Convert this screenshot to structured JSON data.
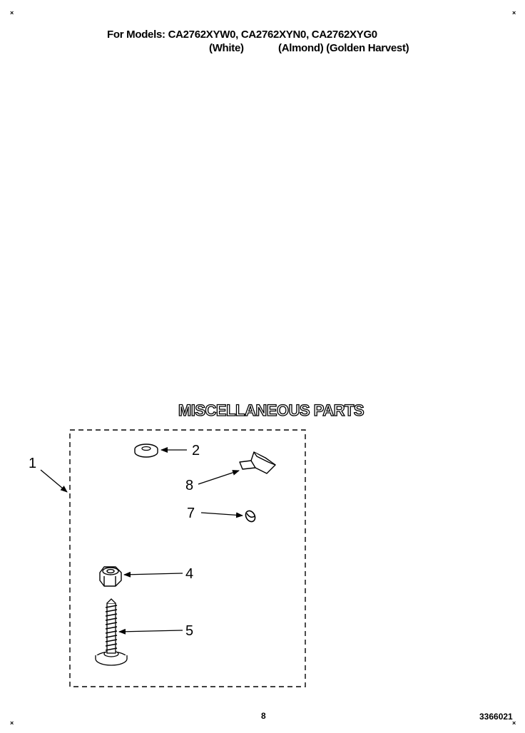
{
  "header": {
    "line1": "For Models: CA2762XYW0, CA2762XYN0, CA2762XYG0",
    "color_white": "(White)",
    "color_others": "(Almond) (Golden Harvest)"
  },
  "section_title": "MISCELLANEOUS PARTS",
  "callouts": {
    "c1": "1",
    "c2": "2",
    "c4": "4",
    "c5": "5",
    "c7": "7",
    "c8": "8"
  },
  "footer": {
    "page_number": "8",
    "doc_number": "3366021"
  },
  "corner_mark": "×"
}
